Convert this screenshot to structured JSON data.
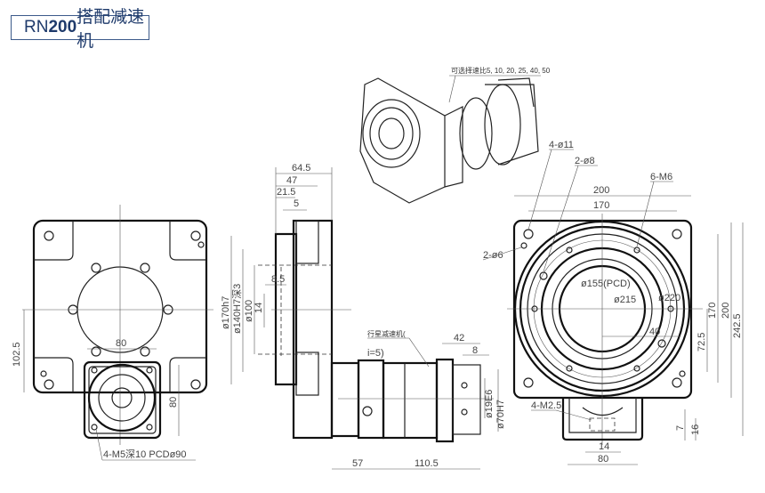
{
  "title": {
    "prefix": "RN",
    "number": "200",
    "suffix": "搭配减速机"
  },
  "iso_view": {
    "ratio_note": "可选择速比5, 10, 20, 25, 40, 50"
  },
  "front_view": {
    "dims": {
      "height_offset": "102.5",
      "width": "80",
      "side": "80"
    },
    "hole_note": "4-M5深10 PCDø90"
  },
  "side_view": {
    "dims": {
      "d1": "64.5",
      "d2": "47",
      "d3": "21.5",
      "d4": "5",
      "d5": "8.5",
      "d6": "14",
      "dia1": "ø170h7",
      "dia2": "ø140H7深3",
      "dia3": "ø100",
      "len1": "57",
      "len2": "110.5",
      "len3": "42",
      "len4": "8",
      "shaft": "ø19E6",
      "spigot": "ø70H7"
    },
    "reducer_label": "行星减速机(",
    "reducer_ratio": "i=5)"
  },
  "top_view": {
    "dims": {
      "w200": "200",
      "w170": "170",
      "h170": "170",
      "h200": "200",
      "h242": "242.5",
      "h72": "72.5",
      "r40": "40",
      "t7": "7",
      "t16": "16",
      "b14": "14",
      "b80": "80"
    },
    "notes": {
      "holes11": "4-ø11",
      "holes8": "2-ø8",
      "m6": "6-M6",
      "holes6": "2-ø6",
      "pcd": "ø155(PCD)",
      "d215": "ø215",
      "d220": "ø220",
      "m25": "4-M2.5"
    }
  }
}
